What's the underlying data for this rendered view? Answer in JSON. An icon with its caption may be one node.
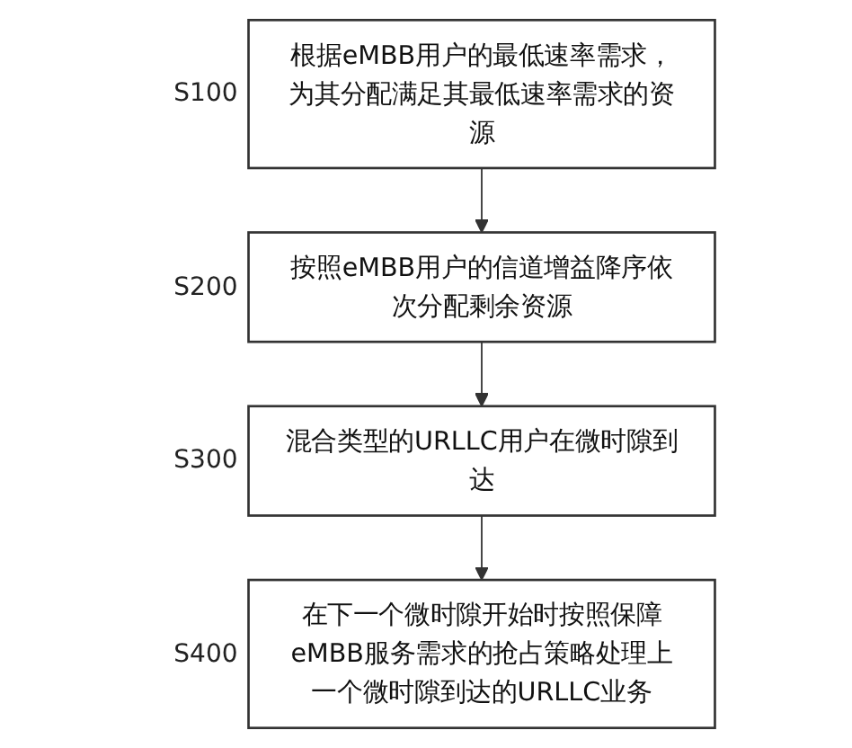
{
  "diagram": {
    "nodes": [
      {
        "text": [
          "根据eMBB用户的最低速率需求，为其分配满足其最低速率需求的资源"
        ],
        "beside": [
          "S100"
        ]
      },
      {
        "text": [
          "按照eMBB用户的信道增益降序依次分配剩余资源"
        ],
        "beside": [
          "S200"
        ]
      },
      {
        "text": [
          "混合类型的URLLC用户在微时隙到达"
        ],
        "beside": [
          "S300"
        ]
      },
      {
        "text": [
          "在下一个微时隙开始时按照保障eMBB服务需求的抢占策略处理上一个微时隙到达的URLLC业务"
        ],
        "beside": [
          "S400"
        ]
      }
    ],
    "edges": [
      {
        "from": 0,
        "to": 1,
        "arrow": "to"
      },
      {
        "from": 1,
        "to": 2,
        "arrow": "to"
      },
      {
        "from": 2,
        "to": 3,
        "arrow": "to"
      }
    ]
  }
}
